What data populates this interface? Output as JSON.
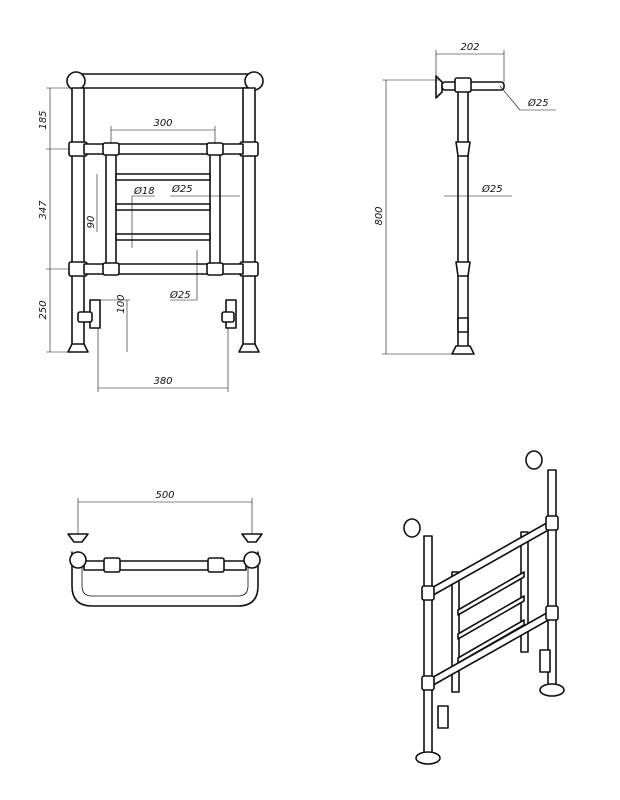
{
  "dimensions": {
    "front_top_gap": "185",
    "front_frame_height": "347",
    "front_bottom_height": "250",
    "inner_width": "300",
    "bar_diameter": "Ø18",
    "pipe_diameter_front_a": "Ø25",
    "bar_spacing": "90",
    "pipe_diameter_front_b": "Ø25",
    "valve_height": "100",
    "valve_spacing": "380",
    "side_depth": "202",
    "side_pipe_diameter_top": "Ø25",
    "side_pipe_diameter_mid": "Ø25",
    "total_height": "800",
    "total_width": "500"
  }
}
